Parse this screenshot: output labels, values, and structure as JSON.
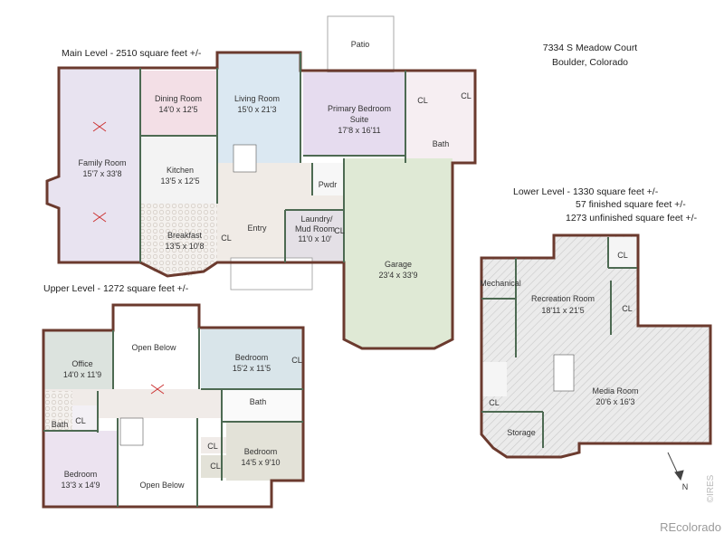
{
  "address": {
    "line1": "7334 S Meadow Court",
    "line2": "Boulder, Colorado"
  },
  "main_level": {
    "title": "Main Level - 2510 square feet +/-",
    "rooms": {
      "patio": "Patio",
      "family_room": {
        "name": "Family Room",
        "size": "15'7 x 33'8"
      },
      "dining_room": {
        "name": "Dining Room",
        "size": "14'0 x 12'5"
      },
      "living_room": {
        "name": "Living Room",
        "size": "15'0 x 21'3"
      },
      "primary_suite": {
        "name1": "Primary Bedroom",
        "name2": "Suite",
        "size": "17'8 x 16'11"
      },
      "cl1": "CL",
      "cl2": "CL",
      "bath": "Bath",
      "kitchen": {
        "name": "Kitchen",
        "size": "13'5 x 12'5"
      },
      "breakfast": {
        "name": "Breakfast",
        "size": "13'5 x 10'8"
      },
      "cl_entry": "CL",
      "entry": "Entry",
      "pwdr": "Pwdr",
      "laundry": {
        "name1": "Laundry/",
        "name2": "Mud Room",
        "size": "11'0 x 10'"
      },
      "cl_laundry": "CL",
      "garage": {
        "name": "Garage",
        "size": "23'4 x 33'9"
      }
    }
  },
  "upper_level": {
    "title": "Upper Level - 1272 square feet +/-",
    "rooms": {
      "office": {
        "name": "Office",
        "size": "14'0 x 11'9"
      },
      "open_below_top": "Open Below",
      "bedroom_ne": {
        "name": "Bedroom",
        "size": "15'2 x 11'5"
      },
      "cl_ne": "CL",
      "bath_right": "Bath",
      "bath_left": "Bath",
      "cl_left": "CL",
      "bedroom_sw": {
        "name": "Bedroom",
        "size": "13'3 x 14'9"
      },
      "open_below_bottom": "Open Below",
      "cl_a": "CL",
      "cl_b": "CL",
      "bedroom_se": {
        "name": "Bedroom",
        "size": "14'5 x 9'10"
      }
    }
  },
  "lower_level": {
    "title": "Lower Level - 1330 square feet +/-",
    "finished": "57 finished square feet +/-",
    "unfinished": "1273  unfinished square feet +/-",
    "rooms": {
      "mechanical": "Mechanical",
      "recreation": {
        "name": "Recreation Room",
        "size": "18'11 x 21'5"
      },
      "cl_top": "CL",
      "cl_right": "CL",
      "cl_bath": "CL",
      "media": {
        "name": "Media Room",
        "size": "20'6 x 16'3"
      },
      "storage": "Storage"
    }
  },
  "north_label": "N",
  "watermark": {
    "ires": "©IRES",
    "brand": "REcolorado"
  },
  "colors": {
    "exterior_wall": "#6b3a2e",
    "interior_wall": "#4d6a52",
    "garage": "#dfe9d5",
    "living": "#dbe8f2",
    "family": "#e8e3f0"
  }
}
